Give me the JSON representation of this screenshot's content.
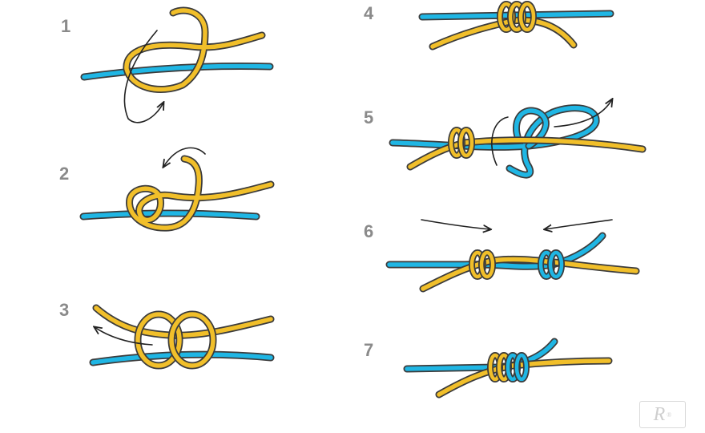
{
  "steps": [
    {
      "number": "1"
    },
    {
      "number": "2"
    },
    {
      "number": "3"
    },
    {
      "number": "4"
    },
    {
      "number": "5"
    },
    {
      "number": "6"
    },
    {
      "number": "7"
    }
  ],
  "colors": {
    "blue_line": "#1fb6e4",
    "yellow_line": "#f1bf2a",
    "outline": "#3b3b3b",
    "arrow": "#222222",
    "step_number": "#8a8a8a"
  },
  "logo": {
    "text": "R",
    "mark": "®"
  }
}
